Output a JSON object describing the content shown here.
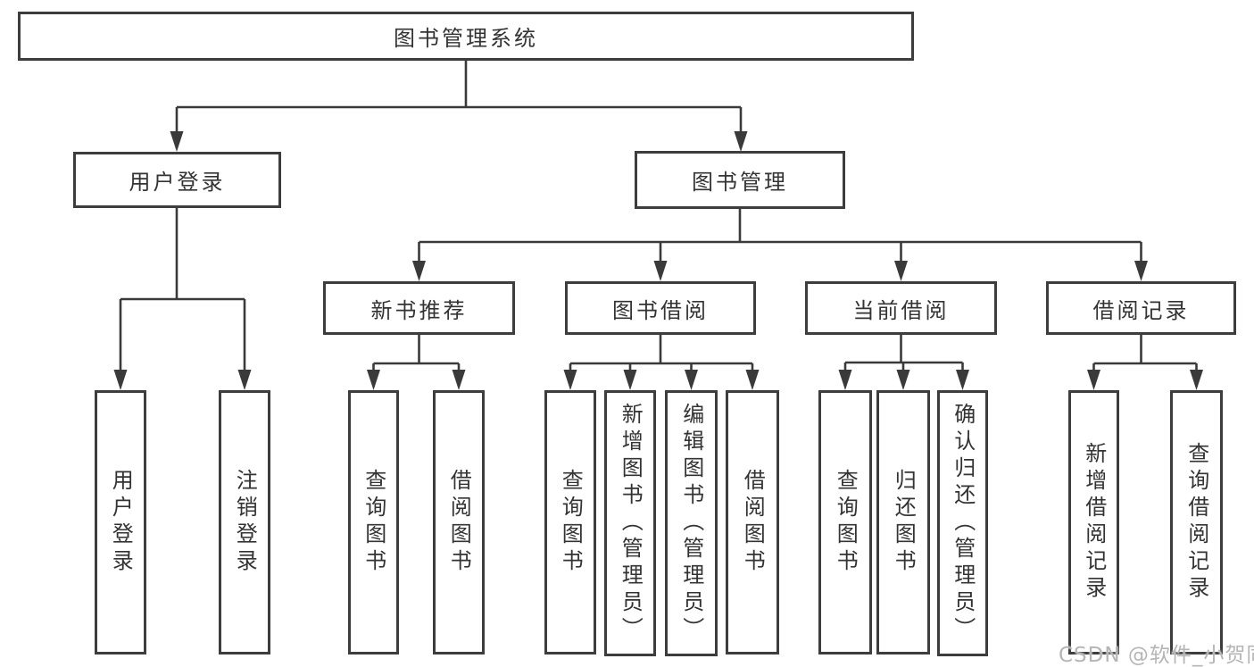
{
  "tree": {
    "root_label": "图书管理系统",
    "branches": [
      {
        "label": "用户登录",
        "children": [
          {
            "label": "用户登录"
          },
          {
            "label": "注销登录"
          }
        ]
      },
      {
        "label": "图书管理",
        "sections": [
          {
            "label": "新书推荐",
            "children": [
              {
                "label": "查询图书"
              },
              {
                "label": "借阅图书"
              }
            ]
          },
          {
            "label": "图书借阅",
            "children": [
              {
                "label": "查询图书"
              },
              {
                "label": "新增图书（管理员）"
              },
              {
                "label": "编辑图书（管理员）"
              },
              {
                "label": "借阅图书"
              }
            ]
          },
          {
            "label": "当前借阅",
            "children": [
              {
                "label": "查询图书"
              },
              {
                "label": "归还图书"
              },
              {
                "label": "确认归还（管理员）"
              }
            ]
          },
          {
            "label": "借阅记录",
            "children": [
              {
                "label": "新增借阅记录"
              },
              {
                "label": "查询借阅记录"
              }
            ]
          }
        ]
      }
    ]
  },
  "watermark": {
    "text": "CSDN @软件_小贺同学"
  },
  "colors": {
    "line": "#3a3a3a",
    "box_border": "#3d3d3d",
    "text": "#333333",
    "watermark": "#b5b5b5",
    "background": "#ffffff"
  }
}
